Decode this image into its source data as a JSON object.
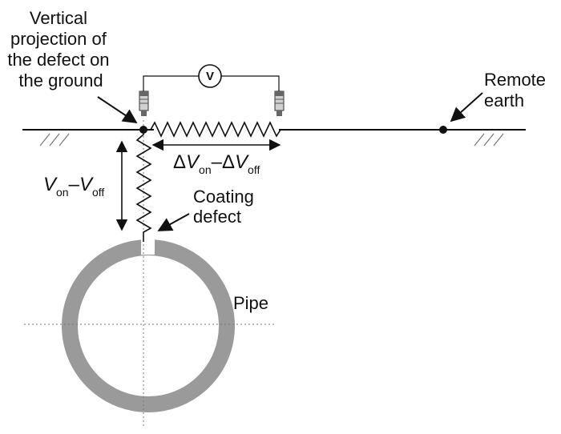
{
  "labels": {
    "projection": [
      "Vertical",
      "projection of",
      "the defect on",
      "the ground"
    ],
    "remote_earth": [
      "Remote",
      "earth"
    ],
    "coating_defect": [
      "Coating",
      "defect"
    ],
    "pipe": "Pipe"
  },
  "voltmeter": {
    "symbol": "V"
  },
  "vertical_potential": {
    "v": "V",
    "sub_on": "on",
    "minus": "–",
    "sub_off": "off"
  },
  "ground_potential": {
    "delta": "Δ",
    "v": "V",
    "sub_on": "on",
    "minus": "–",
    "sub_off": "off"
  },
  "colors": {
    "line": "#111111",
    "pipe": "#9a9a9a",
    "centerline": "#777777",
    "electrode": "#888888"
  }
}
